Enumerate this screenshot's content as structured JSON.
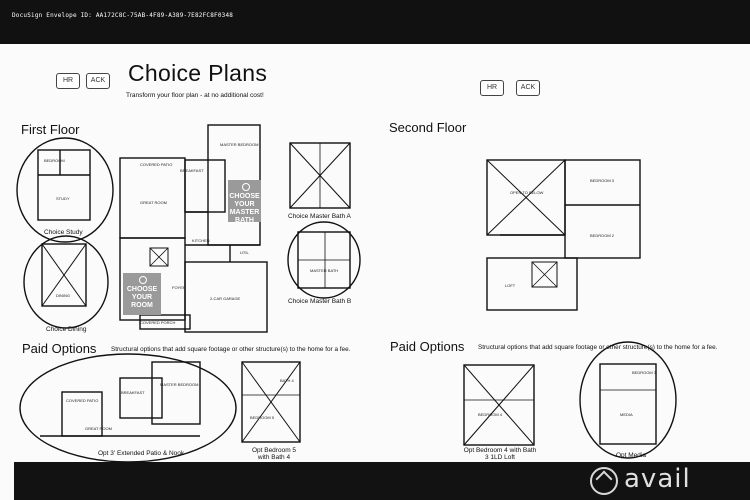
{
  "document": {
    "envelope_id": "DocuSign Envelope ID: AA172C8C-75AB-4F89-A389-7E82FC8F0348",
    "title": "Choice Plans",
    "subtitle": "Transform your floor plan - at no additional cost!",
    "initial_stamps": [
      "HR",
      "ACK",
      "HR",
      "ACK"
    ]
  },
  "first_floor": {
    "heading": "First Floor",
    "choose_room": "CHOOSE YOUR ROOM",
    "choose_bath": "CHOOSE YOUR MASTER BATH",
    "captions": {
      "study": "Choice Study",
      "dining": "Choice Dining",
      "bath_a": "Choice Master Bath A",
      "bath_b": "Choice Master Bath B"
    },
    "rooms": {
      "bedroom": "BEDROOM",
      "study": "STUDY",
      "dining": "DINING",
      "covered_patio": "COVERED PATIO",
      "breakfast": "BREAKFAST",
      "master_bedroom": "MASTER BEDROOM",
      "great_room": "GREAT ROOM",
      "kitchen": "KITCHEN",
      "foyer": "FOYER",
      "garage": "2-CAR GARAGE",
      "covered_porch": "COVERED PORCH",
      "utility": "UTIL",
      "master_bath": "MASTER BATH"
    }
  },
  "second_floor": {
    "heading": "Second Floor",
    "rooms": {
      "open_to_below": "OPEN TO BELOW",
      "bedroom3": "BEDROOM 3",
      "bedroom2": "BEDROOM 2",
      "loft": "LOFT"
    }
  },
  "paid_options_left": {
    "heading": "Paid Options",
    "note": "Structural options that add square footage or other structure(s) to the home for a fee.",
    "captions": {
      "patio_nook": "Opt 3' Extended Patio & Nook",
      "bedroom5": "Opt Bedroom 5 with Bath 4"
    },
    "rooms": {
      "covered_patio": "COVERED PATIO",
      "breakfast": "BREAKFAST",
      "master_bedroom": "MASTER BEDROOM",
      "great_room": "GREAT ROOM",
      "bedroom5": "BEDROOM 5",
      "bath4": "BATH 4"
    }
  },
  "paid_options_right": {
    "heading": "Paid Options",
    "note": "Structural options that add square footage or other structure(s) to the home for a fee.",
    "captions": {
      "bedroom4": "Opt Bedroom 4 with Bath 3 1LD Loft",
      "media": "Opt Media"
    },
    "rooms": {
      "bedroom4": "BEDROOM 4",
      "bedroom3": "BEDROOM 3",
      "media": "MEDIA"
    }
  },
  "watermark": "avail"
}
